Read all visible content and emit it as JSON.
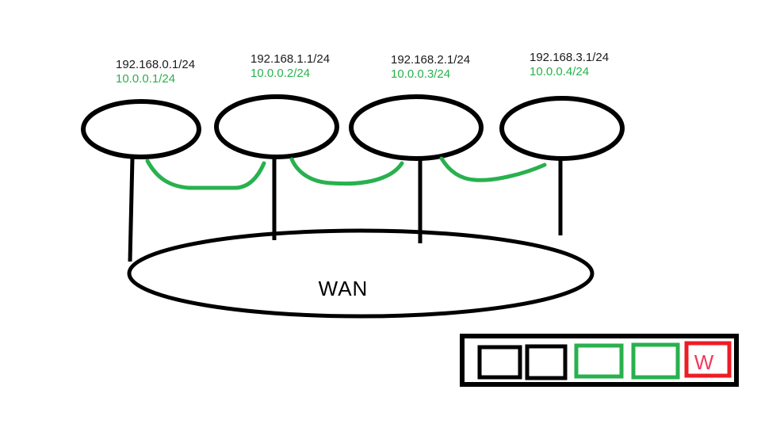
{
  "colors": {
    "black": "#000000",
    "green": "#28B14E",
    "red": "#EE1C25",
    "background": "#FFFFFF"
  },
  "networks": [
    {
      "subnet_ip": "192.168.0.1/24",
      "tunnel_ip": "10.0.0.1/24"
    },
    {
      "subnet_ip": "192.168.1.1/24",
      "tunnel_ip": "10.0.0.2/24"
    },
    {
      "subnet_ip": "192.168.2.1/24",
      "tunnel_ip": "10.0.0.3/24"
    },
    {
      "subnet_ip": "192.168.3.1/24",
      "tunnel_ip": "10.0.0.4/24"
    }
  ],
  "wan": {
    "label": "WAN"
  },
  "legend": {
    "swatches": [
      {
        "color": "#000000",
        "label": ""
      },
      {
        "color": "#000000",
        "label": ""
      },
      {
        "color": "#28B14E",
        "label": ""
      },
      {
        "color": "#28B14E",
        "label": ""
      },
      {
        "color": "#EE1C25",
        "label": "W"
      }
    ],
    "w_color": "#F2395C"
  }
}
